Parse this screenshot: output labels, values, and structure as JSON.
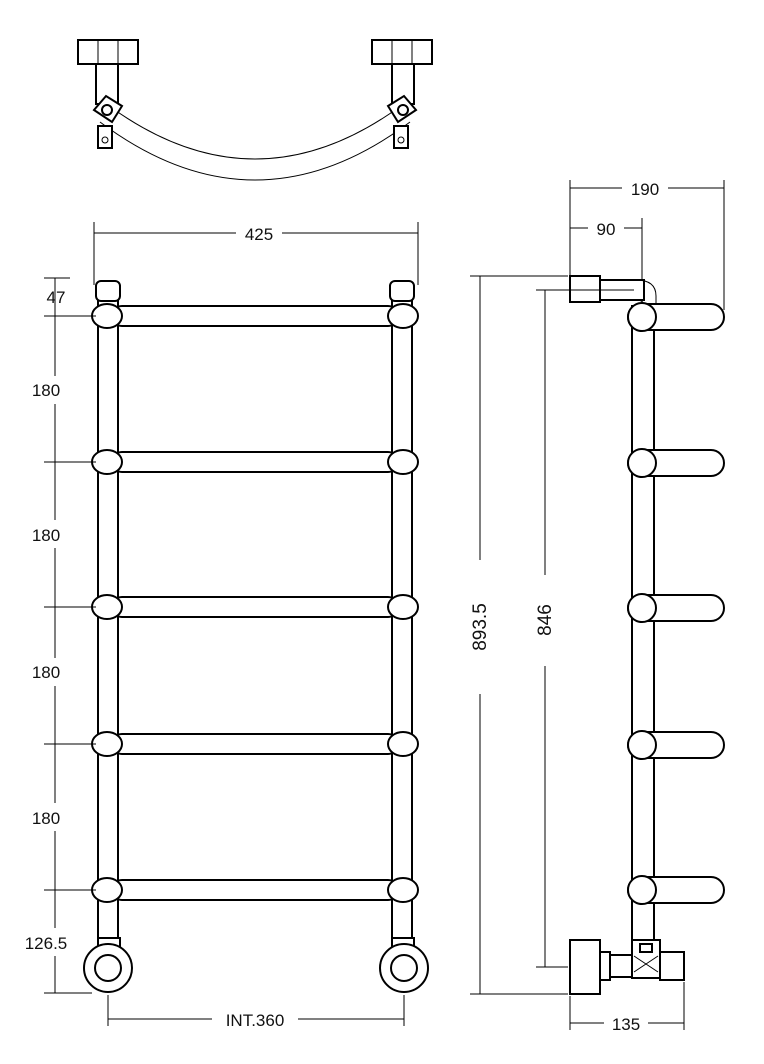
{
  "colors": {
    "line": "#000000",
    "background": "#ffffff",
    "text": "#111111"
  },
  "front_view": {
    "width_label": "425",
    "spacing_labels": [
      "47",
      "180",
      "180",
      "180",
      "180",
      "126.5"
    ],
    "internal_width_label": "INT.360",
    "rail_count": 5
  },
  "side_view": {
    "projection_label": "190",
    "bracket_label": "90",
    "overall_height_label": "893.5",
    "center_height_label": "846",
    "valve_depth_label": "135"
  }
}
